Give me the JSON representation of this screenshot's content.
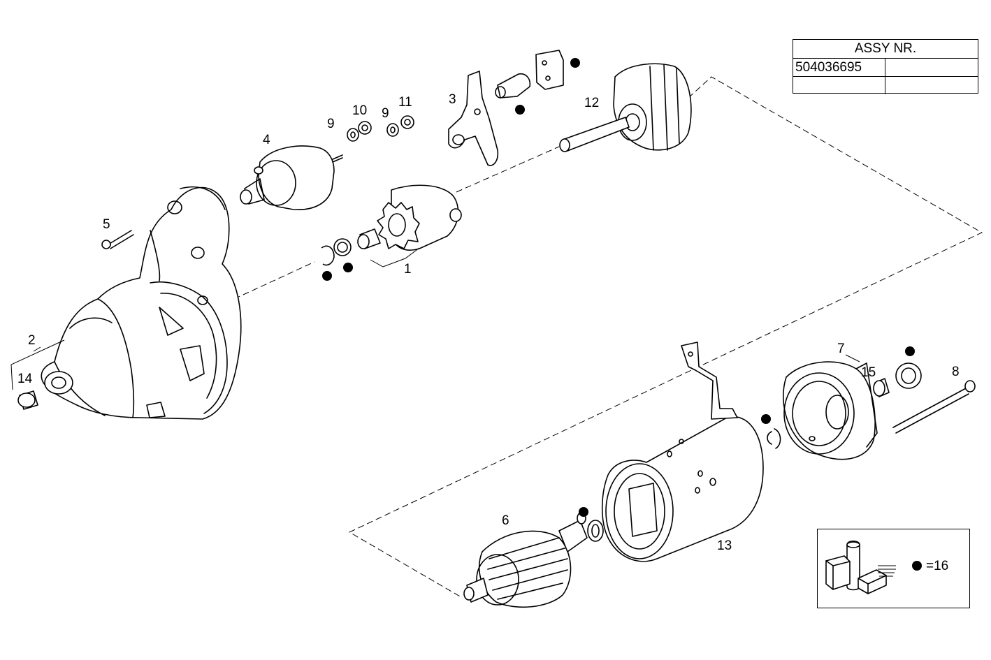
{
  "assy_table": {
    "header": "ASSY NR.",
    "rows": [
      [
        "504036695",
        ""
      ],
      [
        "",
        ""
      ]
    ]
  },
  "legend": {
    "text": "=16"
  },
  "callouts": {
    "c1": "1",
    "c2": "2",
    "c3": "3",
    "c4": "4",
    "c5": "5",
    "c6": "6",
    "c7": "7",
    "c8": "8",
    "c9a": "9",
    "c9b": "9",
    "c10": "10",
    "c11": "11",
    "c12": "12",
    "c13": "13",
    "c14": "14",
    "c15": "15"
  }
}
